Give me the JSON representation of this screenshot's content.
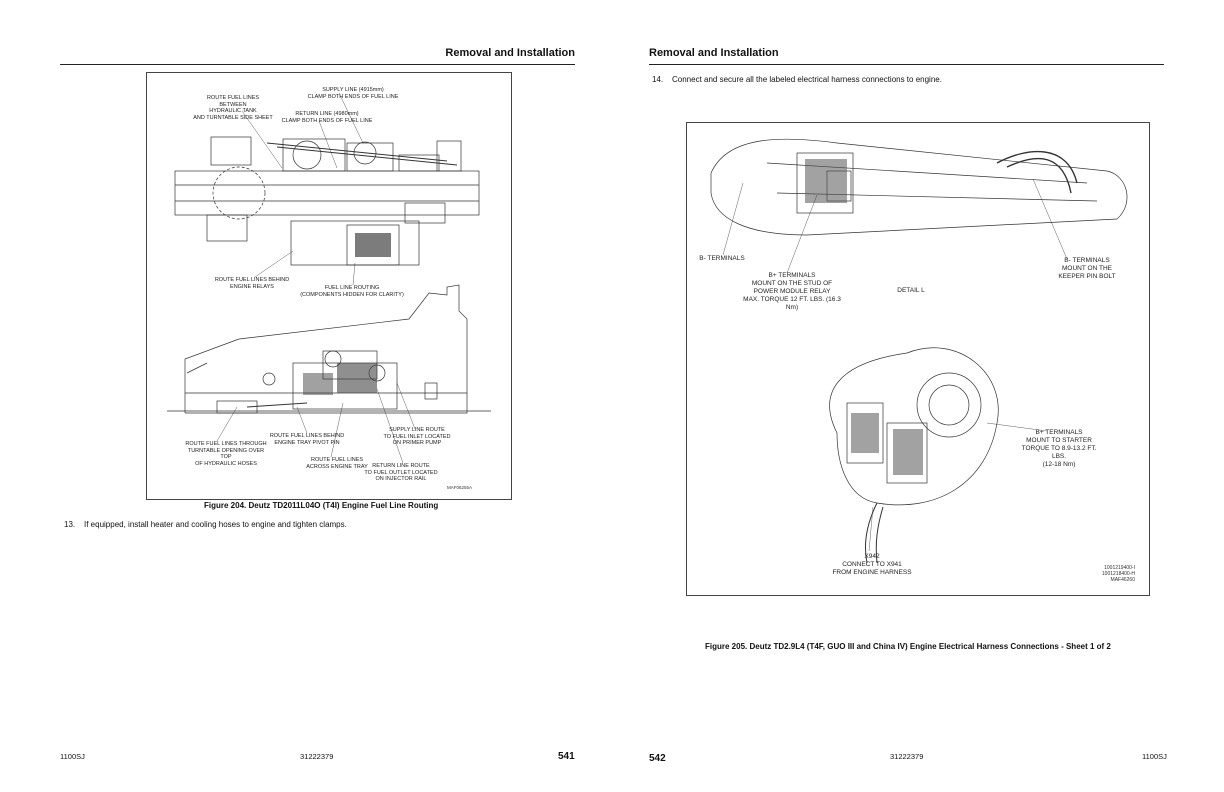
{
  "left_page": {
    "header": "Removal and Installation",
    "figure": {
      "caption": "Figure 204. Deutz TD2011L04O (T4I) Engine Fuel Line Routing",
      "code": "MAF06255A",
      "callouts": {
        "route_between": "ROUTE FUEL LINES BETWEEN\nHYDRAULIC TANK\nAND TURNTABLE SIDE SHEET",
        "supply_line": "SUPPLY LINE (4915mm)\nCLAMP BOTH ENDS OF FUEL LINE",
        "return_line": "RETURN LINE (4980mm)\nCLAMP BOTH ENDS OF FUEL LINE",
        "behind_relays": "ROUTE FUEL LINES BEHIND\nENGINE RELAYS",
        "fuel_routing": "FUEL LINE ROUTING\n(COMPONENTS HIDDEN FOR CLARITY)",
        "through_turntable": "ROUTE FUEL LINES THROUGH\nTURNTABLE OPENING OVER TOP\nOF HYDRAULIC HOSES",
        "behind_pivot": "ROUTE FUEL LINES BEHIND\nENGINE TRAY PIVOT PIN",
        "supply_route": "SUPPLY LINE ROUTE\nTO FUEL INLET LOCATED\nON PRIMER PUMP",
        "across_tray": "ROUTE FUEL LINES\nACROSS ENGINE TRAY",
        "return_route": "RETURN LINE ROUTE\nTO FUEL OUTLET LOCATED\nON INJECTOR RAIL"
      }
    },
    "step": {
      "number": "13.",
      "text": "If equipped, install heater and cooling hoses to engine and tighten clamps."
    },
    "footer": {
      "model": "1100SJ",
      "doc": "31222379",
      "page": "541"
    }
  },
  "right_page": {
    "header": "Removal and Installation",
    "step": {
      "number": "14.",
      "text": "Connect and secure all the labeled electrical harness connections to engine."
    },
    "figure": {
      "caption": "Figure 205. Deutz TD2.9L4 (T4F, GUO III and China IV) Engine Electrical Harness Connections - Sheet 1 of 2",
      "codes": "1001219400-I\n1001218400-H\nMAF46260",
      "callouts": {
        "b_minus_left": "B- TERMINALS",
        "b_plus_relay": "B+ TERMINALS\nMOUNT ON THE STUD OF\nPOWER MODULE RELAY\nMAX. TORQUE 12 FT. LBS. (16.3 Nm)",
        "detail": "DETAIL L",
        "b_minus_right": "B- TERMINALS\nMOUNT ON THE\nKEEPER PIN BOLT",
        "b_plus_starter": "B+ TERMINALS\nMOUNT TO STARTER\nTORQUE TO 8.9-13.2 FT. LBS.\n(12-18 Nm)",
        "x942": "X942\nCONNECT TO X941\nFROM ENGINE HARNESS"
      }
    },
    "footer": {
      "page": "542",
      "doc": "31222379",
      "model": "1100SJ"
    }
  }
}
